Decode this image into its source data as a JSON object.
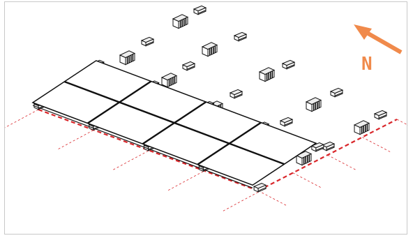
{
  "compass": {
    "label": "N",
    "color": "#f08a4b"
  },
  "colors": {
    "line": "#111111",
    "dashed": "#d9262a",
    "block_fill": "#eeeeee"
  },
  "drawing": {
    "panel_rows": 2,
    "panel_columns": 4,
    "ballast_grid_rows": 5,
    "ballast_grid_columns": 5
  }
}
